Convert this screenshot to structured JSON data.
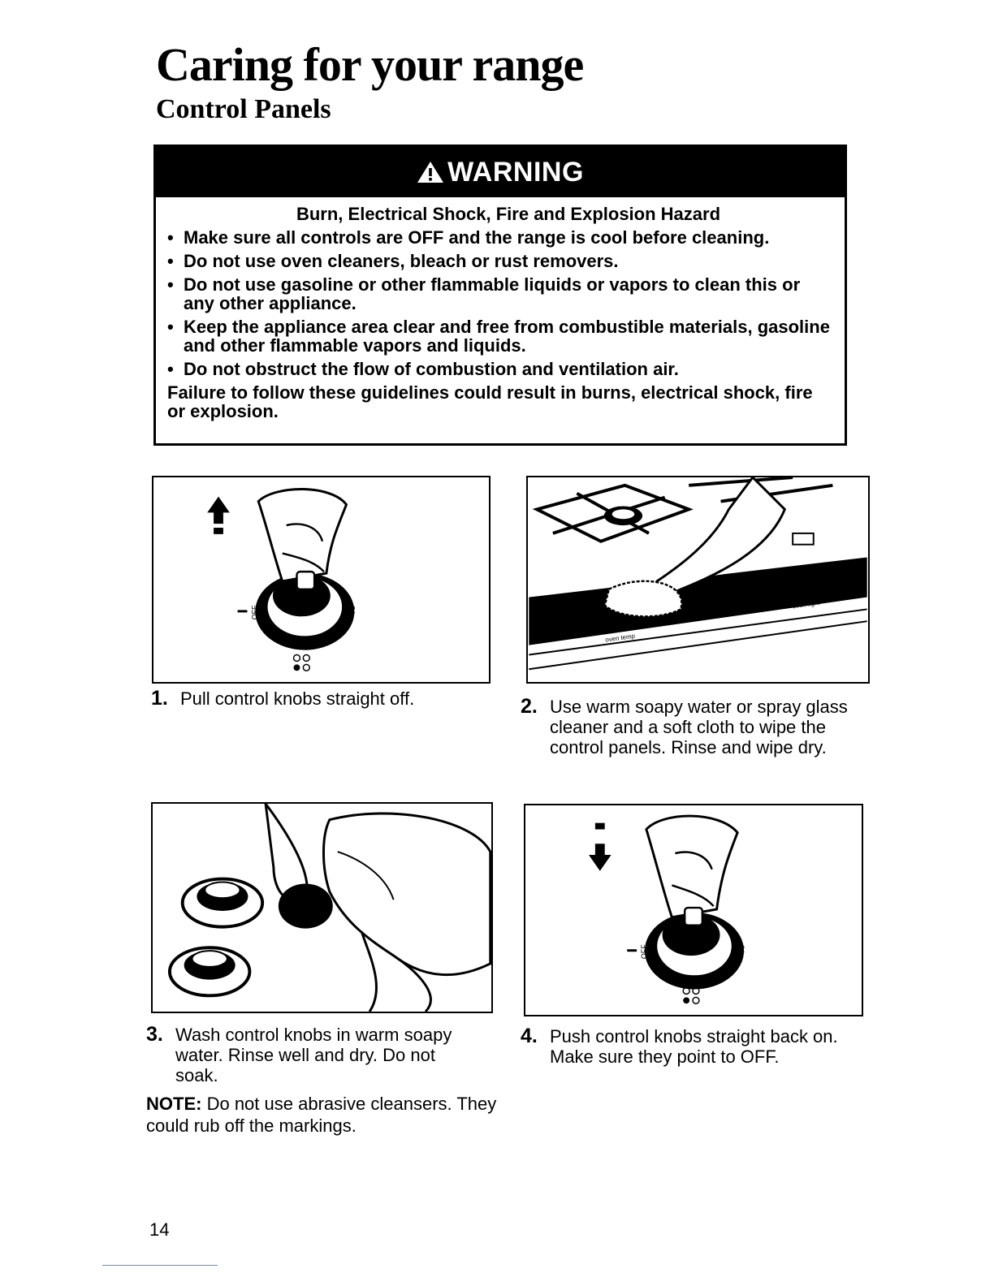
{
  "page": {
    "title": "Caring for your range",
    "subtitle": "Control Panels",
    "page_number": "14"
  },
  "warning": {
    "header": "WARNING",
    "icon": "warning-triangle-icon",
    "hazard_title": "Burn, Electrical Shock, Fire and Explosion Hazard",
    "items": [
      "Make sure all controls are OFF and the range is cool before cleaning.",
      "Do not use oven cleaners, bleach or rust removers.",
      "Do not use gasoline or other flammable liquids or vapors to clean this or any other appliance.",
      "Keep the appliance area clear and free from combustible materials, gasoline and other flammable vapors and liquids.",
      "Do not obstruct the flow of combustion and ventilation air."
    ],
    "footer": "Failure to follow these guidelines could result in burns, electrical shock, fire or explosion."
  },
  "steps": [
    {
      "number": "1.",
      "text": "Pull control knobs straight off."
    },
    {
      "number": "2.",
      "text": "Use warm soapy water or spray glass cleaner and a soft cloth to wipe the control panels. Rinse and wipe dry."
    },
    {
      "number": "3.",
      "text": "Wash control knobs in warm soapy water. Rinse well and dry. Do not soak."
    },
    {
      "number": "4.",
      "text": "Push control knobs straight back on. Make sure they point to OFF."
    }
  ],
  "note": {
    "label": "NOTE:",
    "text": "Do not use abrasive cleansers. They could rub off the markings."
  },
  "illustrations": {
    "knob_off_label": "OFF",
    "knob_on_label": "O1",
    "panel_label_1": "oven temp",
    "panel_label_2": "oven light"
  }
}
